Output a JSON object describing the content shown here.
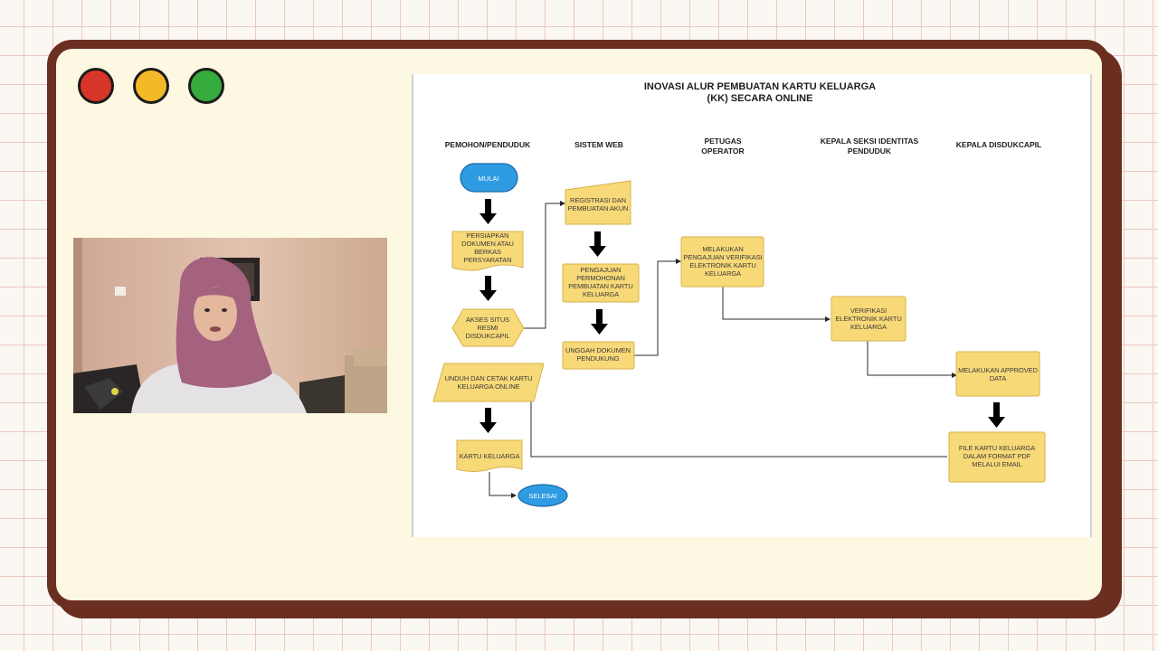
{
  "window_controls": {
    "close_color": "#d8352a",
    "minimize_color": "#f3b929",
    "maximize_color": "#35ac3c"
  },
  "colors": {
    "frame": "#6b2f21",
    "panel": "#fcf8e2",
    "process_fill": "#f8d978",
    "terminal_fill": "#2f9be2"
  },
  "diagram": {
    "title_line1": "INOVASI ALUR PEMBUATAN KARTU KELUARGA",
    "title_line2": "(KK) SECARA ONLINE",
    "lanes": {
      "pemohon": "PEMOHON/PENDUDUK",
      "sistem": "SISTEM WEB",
      "petugas_line1": "PETUGAS",
      "petugas_line2": "OPERATOR",
      "kepala_seksi_line1": "KEPALA SEKSI IDENTITAS",
      "kepala_seksi_line2": "PENDUDUK",
      "kepala_dinas": "KEPALA DISDUKCAPIL"
    },
    "nodes": {
      "mulai": "MULAI",
      "persiapkan": [
        "PERSIAPKAN",
        "DOKUMEN ATAU",
        "BERKAS",
        "PERSYARATAN"
      ],
      "akses": [
        "AKSES SITUS",
        "RESMI",
        "DISDUKCAPIL"
      ],
      "registrasi": [
        "REGISTRASI DAN",
        "PEMBUATAN AKUN"
      ],
      "pengajuan": [
        "PENGAJUAN",
        "PERMOHONAN",
        "PEMBUATAN KARTU",
        "KELUARGA"
      ],
      "unggah": [
        "UNGGAH DOKUMEN",
        "PENDUKUNG"
      ],
      "melakukan_pengajuan": [
        "MELAKUKAN",
        "PENGAJUAN VERIFIKASI",
        "ELEKTRONIK KARTU",
        "KELUARGA"
      ],
      "verifikasi": [
        "VERIFIKASI",
        "ELEKTRONIK KARTU",
        "KELUARGA"
      ],
      "approved": [
        "MELAKUKAN APPROVED",
        "DATA"
      ],
      "file_kk": [
        "FILE KARTU KELUARGA",
        "DALAM FORMAT PDF",
        "MELALUI EMAIL"
      ],
      "unduh": [
        "UNDUH DAN CETAK KARTU",
        "KELUARGA ONLINE"
      ],
      "kartu": "KARTU KELUARGA",
      "selesai": "SELESAI"
    }
  }
}
